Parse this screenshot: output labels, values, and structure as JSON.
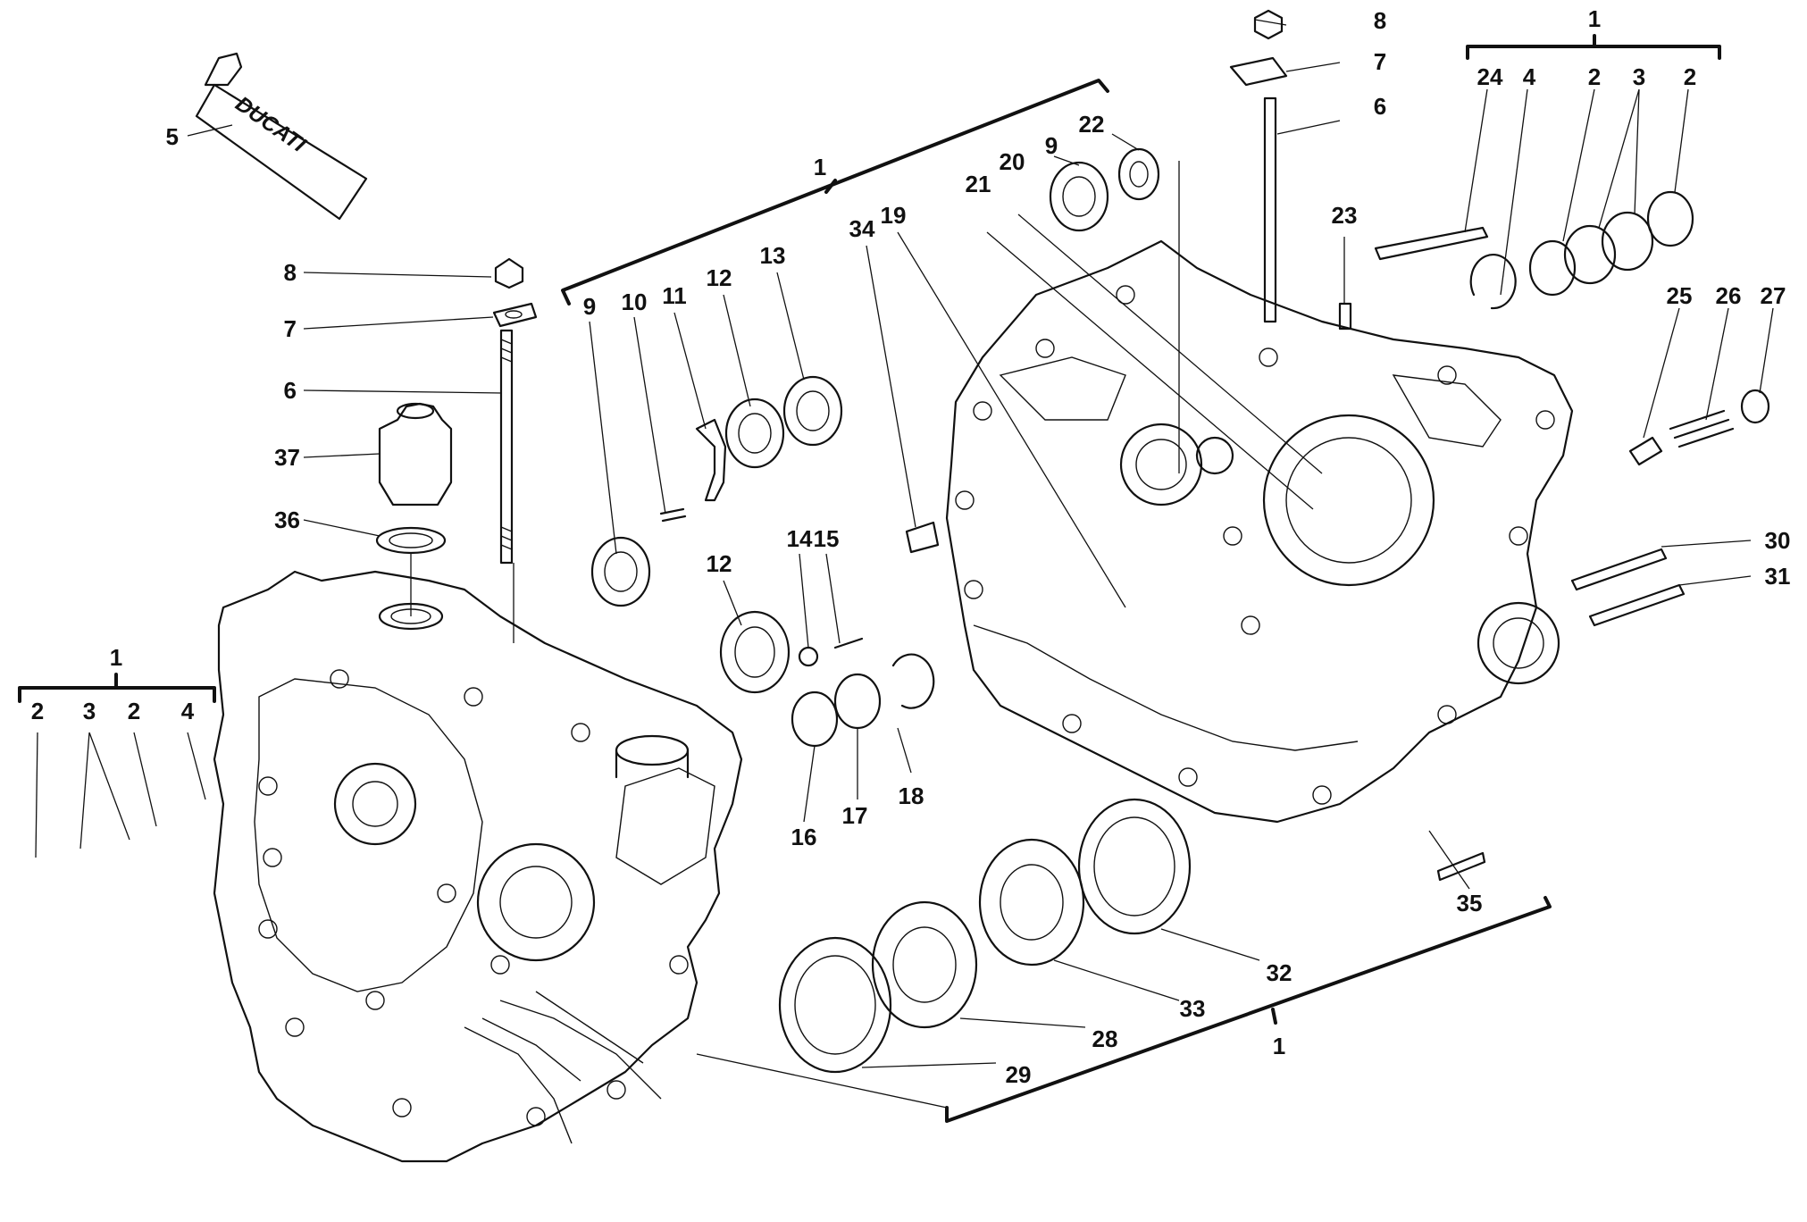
{
  "tube_brand": "DUCATI",
  "labels": {
    "left": {
      "p1": "1",
      "p2a": "2",
      "p3": "3",
      "p2b": "2",
      "p4": "4",
      "p5": "5",
      "p8": "8",
      "p7": "7",
      "p6": "6",
      "p37": "37",
      "p36": "36"
    },
    "middle": {
      "p1": "1",
      "p9": "9",
      "p10": "10",
      "p11": "11",
      "p12a": "12",
      "p13": "13",
      "p34": "34",
      "p19": "19",
      "p12b": "12",
      "p14": "14",
      "p15": "15",
      "p16": "16",
      "p17": "17",
      "p18": "18"
    },
    "right": {
      "p21": "21",
      "p20": "20",
      "p9": "9",
      "p22": "22",
      "p8": "8",
      "p7": "7",
      "p6": "6",
      "p23": "23",
      "p1": "1",
      "p24": "24",
      "p4": "4",
      "p2a": "2",
      "p3": "3",
      "p2b": "2",
      "p25": "25",
      "p26": "26",
      "p27": "27",
      "p30": "30",
      "p31": "31",
      "p35": "35"
    },
    "bottom": {
      "p32": "32",
      "p33": "33",
      "p28": "28",
      "p29": "29",
      "p1": "1"
    }
  }
}
